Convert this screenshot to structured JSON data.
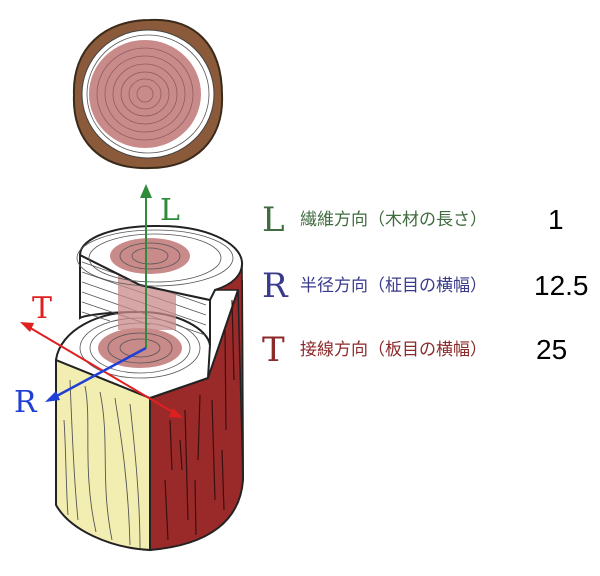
{
  "axes": {
    "L": {
      "letter": "L",
      "color": "#2e8b3a"
    },
    "T": {
      "letter": "T",
      "color": "#e02020"
    },
    "R": {
      "letter": "R",
      "color": "#1f3fd6"
    }
  },
  "legend": [
    {
      "letter": "L",
      "label": "繊維方向（木材の長さ）",
      "value": "1",
      "color": "#3f6b3f"
    },
    {
      "letter": "R",
      "label": "半径方向（柾目の横幅）",
      "value": "12.5",
      "color": "#3a3a8c"
    },
    {
      "letter": "T",
      "label": "接線方向（板目の横幅）",
      "value": "25",
      "color": "#8c2a2a"
    }
  ]
}
